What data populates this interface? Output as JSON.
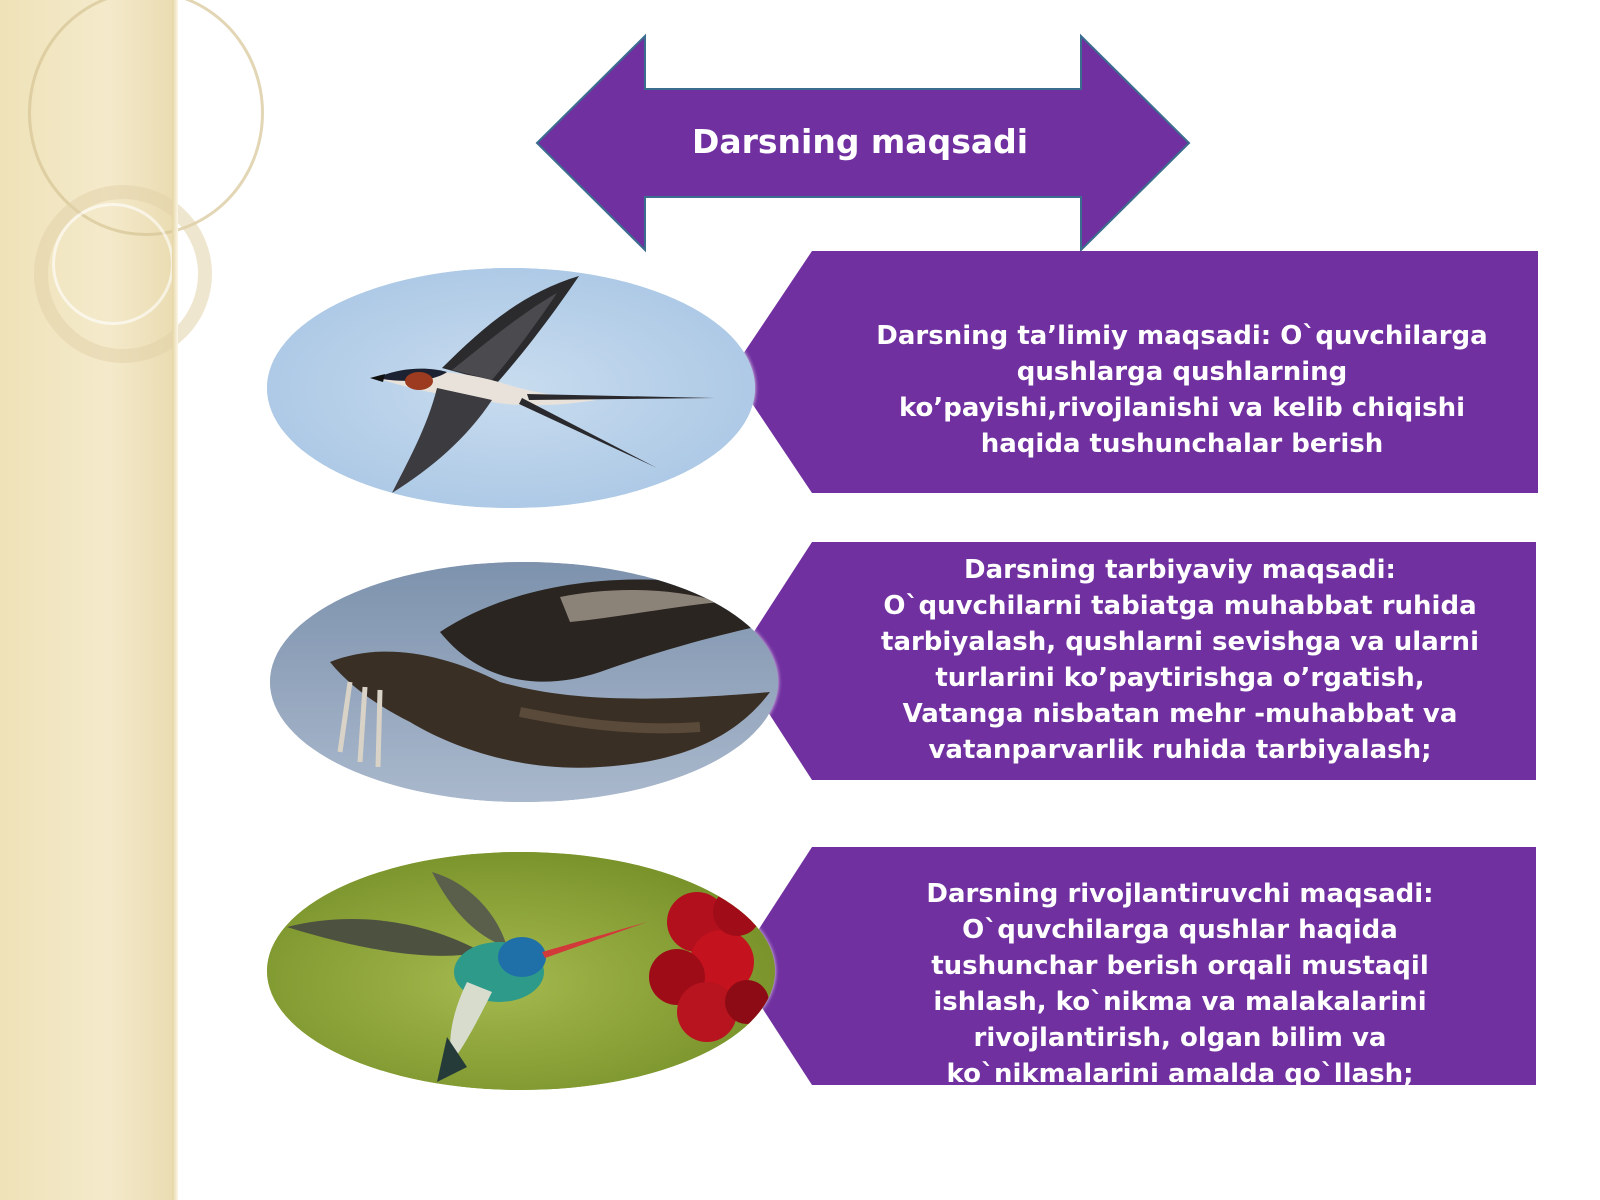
{
  "header": {
    "title": "Darsning maqsadi"
  },
  "goals": [
    {
      "text": "Darsning ta’limiy maqsadi:  O`quvchilarga qushlarga qushlarning ko’payishi,rivojlanishi va kelib chiqishi  haqida   tushunchalar berish",
      "image": "swallow-flying-photo"
    },
    {
      "text": "Darsning tarbiyaviy maqsadi: O`quvchilarni tabiatga muhabbat ruhida tarbiyalash, qushlarni sevishga va ularni turlarini ko’paytirishga o’rgatish,  Vatanga nisbatan mehr -muhabbat va vatanparvarlik ruhida tarbiyalash;",
      "image": "swift-wings-photo"
    },
    {
      "text": "Darsning rivojlantiruvchi maqsadi: O`quvchilarga qushlar haqida tushunchar berish orqali mustaqil ishlash, ko`nikma va malakalarini rivojlantirish, olgan bilim va ko`nikmalarini amalda qo`llash;",
      "image": "hummingbird-flower-photo"
    }
  ],
  "colors": {
    "accent_purple": "#7030a0",
    "side_panel": "#efe2b8",
    "text": "#ffffff"
  }
}
